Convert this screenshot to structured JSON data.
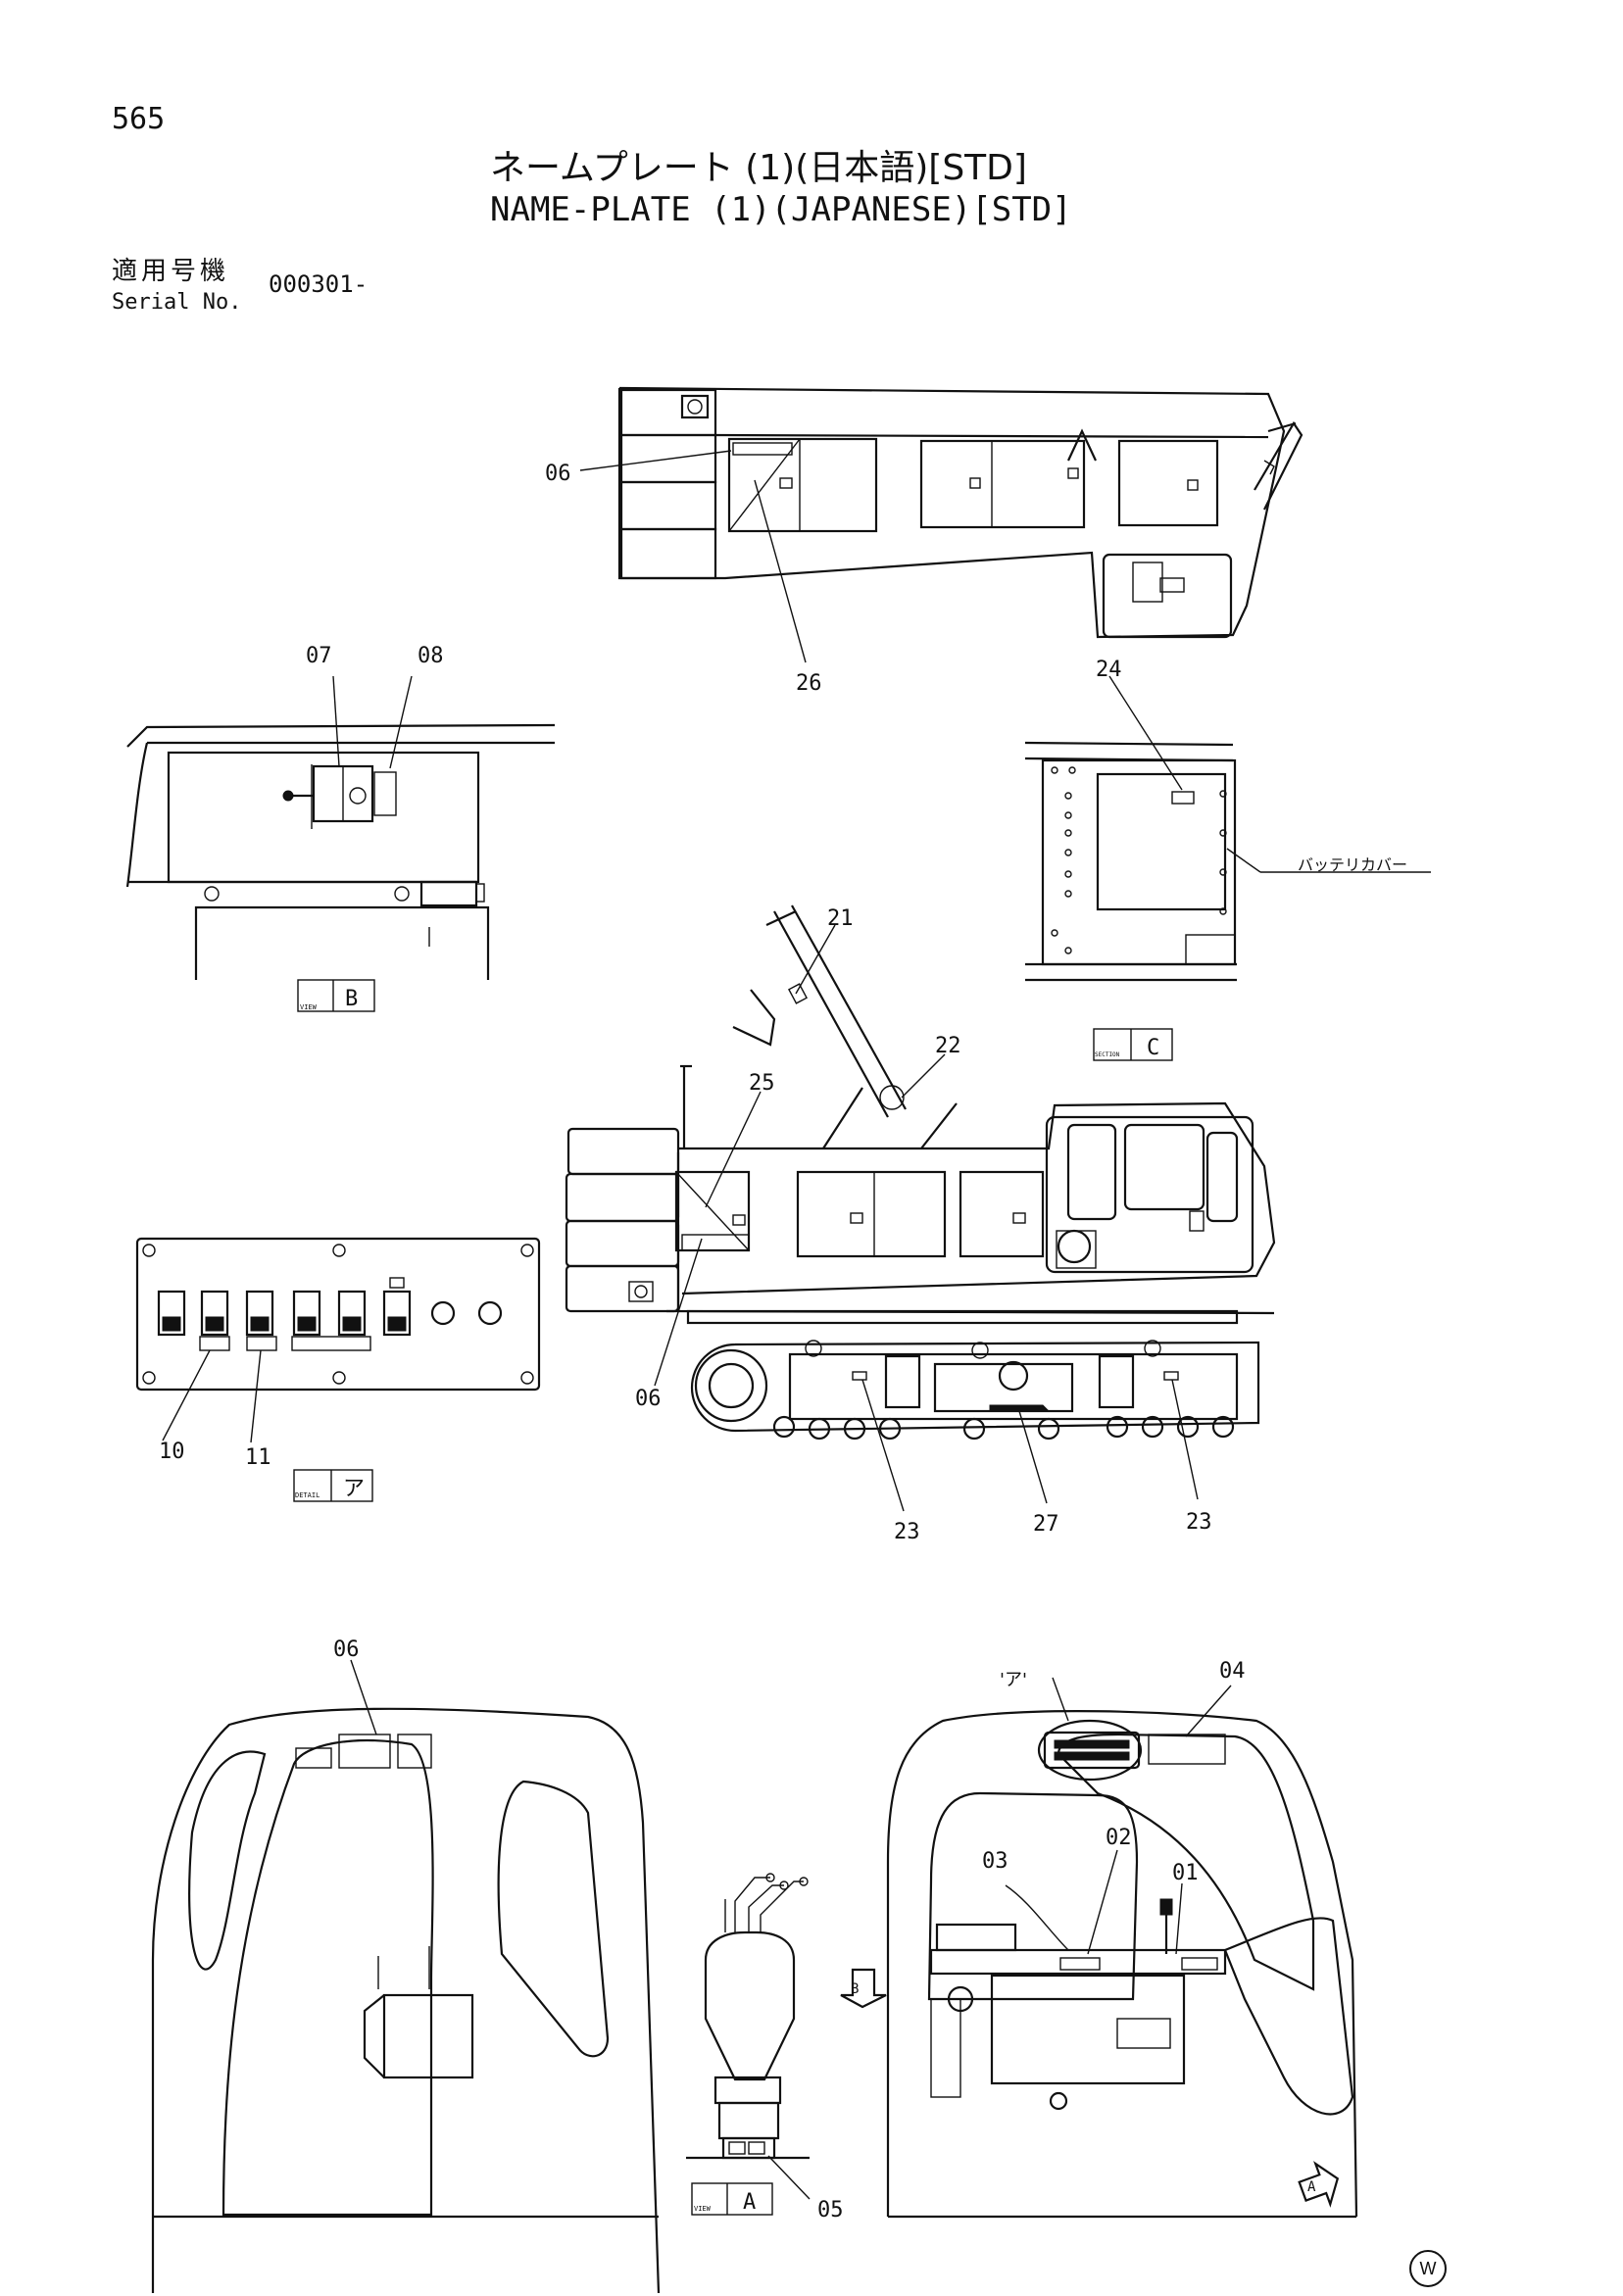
{
  "header": {
    "page_number": "565",
    "title_jp": "ネームプレート (1)(日本語)[STD]",
    "title_en": "NAME-PLATE (1)(JAPANESE)[STD]",
    "serial_label_jp": "適用号機",
    "serial_label_en": "Serial No.",
    "serial_value": "000301-"
  },
  "callouts": {
    "c01": "01",
    "c02": "02",
    "c03": "03",
    "c04": "04",
    "c05": "05",
    "c06": "06",
    "c07": "07",
    "c08": "08",
    "c10": "10",
    "c11": "11",
    "c21": "21",
    "c22": "22",
    "c23": "23",
    "c24": "24",
    "c25": "25",
    "c26": "26",
    "c27": "27"
  },
  "views": {
    "view_b": "B",
    "section_c": "C",
    "detail_a": "ア",
    "view_a": "A",
    "view_tag": "VIEW",
    "section_tag": "SECTION",
    "detail_tag": "DETAIL",
    "battery_cover": "バッテリカバー",
    "detail_marker": "'ア'"
  },
  "watermark": "W"
}
